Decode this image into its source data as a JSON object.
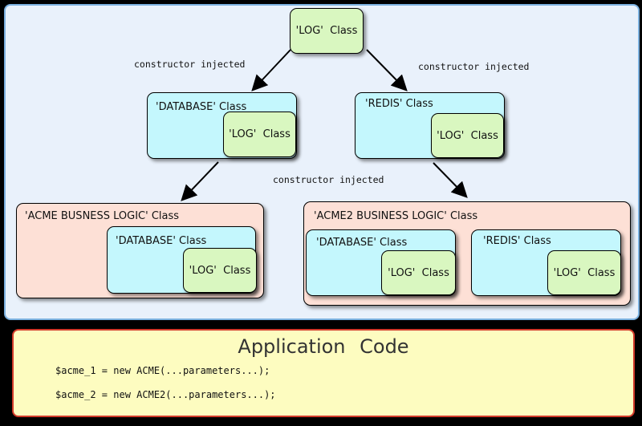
{
  "top_log": "'LOG'  Class",
  "database_class": "'DATABASE' Class",
  "redis_class": "'REDIS' Class",
  "log_class": "'LOG'  Class",
  "acme_logic": "'ACME BUSNESS LOGIC' Class",
  "acme2_logic": "'ACME2 BUSINESS LOGIC' Class",
  "injected_label": "constructor injected",
  "app_title": "Application  Code",
  "code_lines": [
    "$acme_1 = new ACME(...parameters...);",
    "$acme_2 = new ACME2(...parameters...);"
  ],
  "colors": {
    "panel_bg": "#e9f1fb",
    "panel_border": "#7cb1e0",
    "cyan_box": "#c4f7fd",
    "green_box": "#d9f7c0",
    "salmon_box": "#fde0d6",
    "app_panel_bg": "#fdfcc0",
    "app_panel_border": "#d23a2a"
  }
}
